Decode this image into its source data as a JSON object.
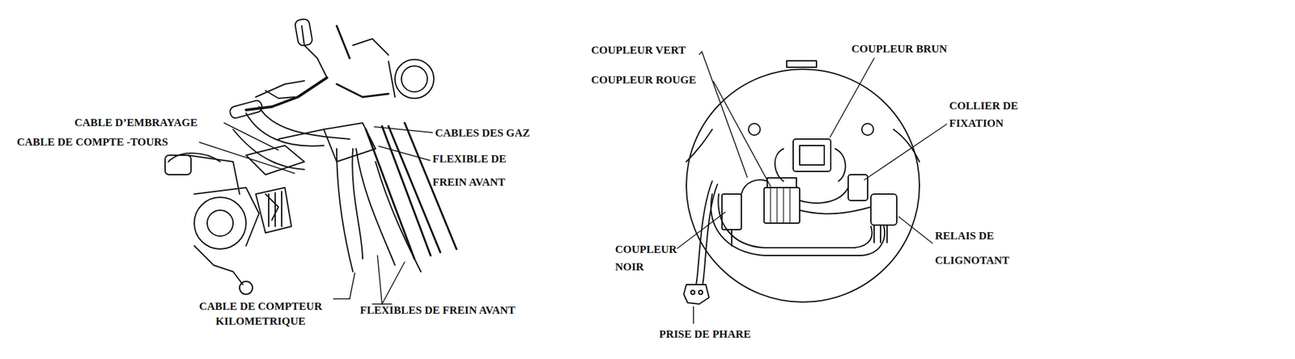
{
  "diagram": {
    "labels": [
      "CABLE D’EMBRAYAGE",
      "CABLE DE COMPTE -TOURS",
      "CABLES DES GAZ",
      "FLEXIBLE DE FREIN AVANT",
      "CABLE DE COMPTEUR KILOMETRIQUE",
      "FLEXIBLES DE FREIN AVANT",
      "COUPLEUR VERT",
      "COUPLEUR ROUGE",
      "COUPLEUR BRUN",
      "COLLIER DE FIXATION",
      "COUPLEUR NOIR",
      "RELAIS DE CLIGNOTANT",
      "PRISE DE PHARE"
    ]
  }
}
